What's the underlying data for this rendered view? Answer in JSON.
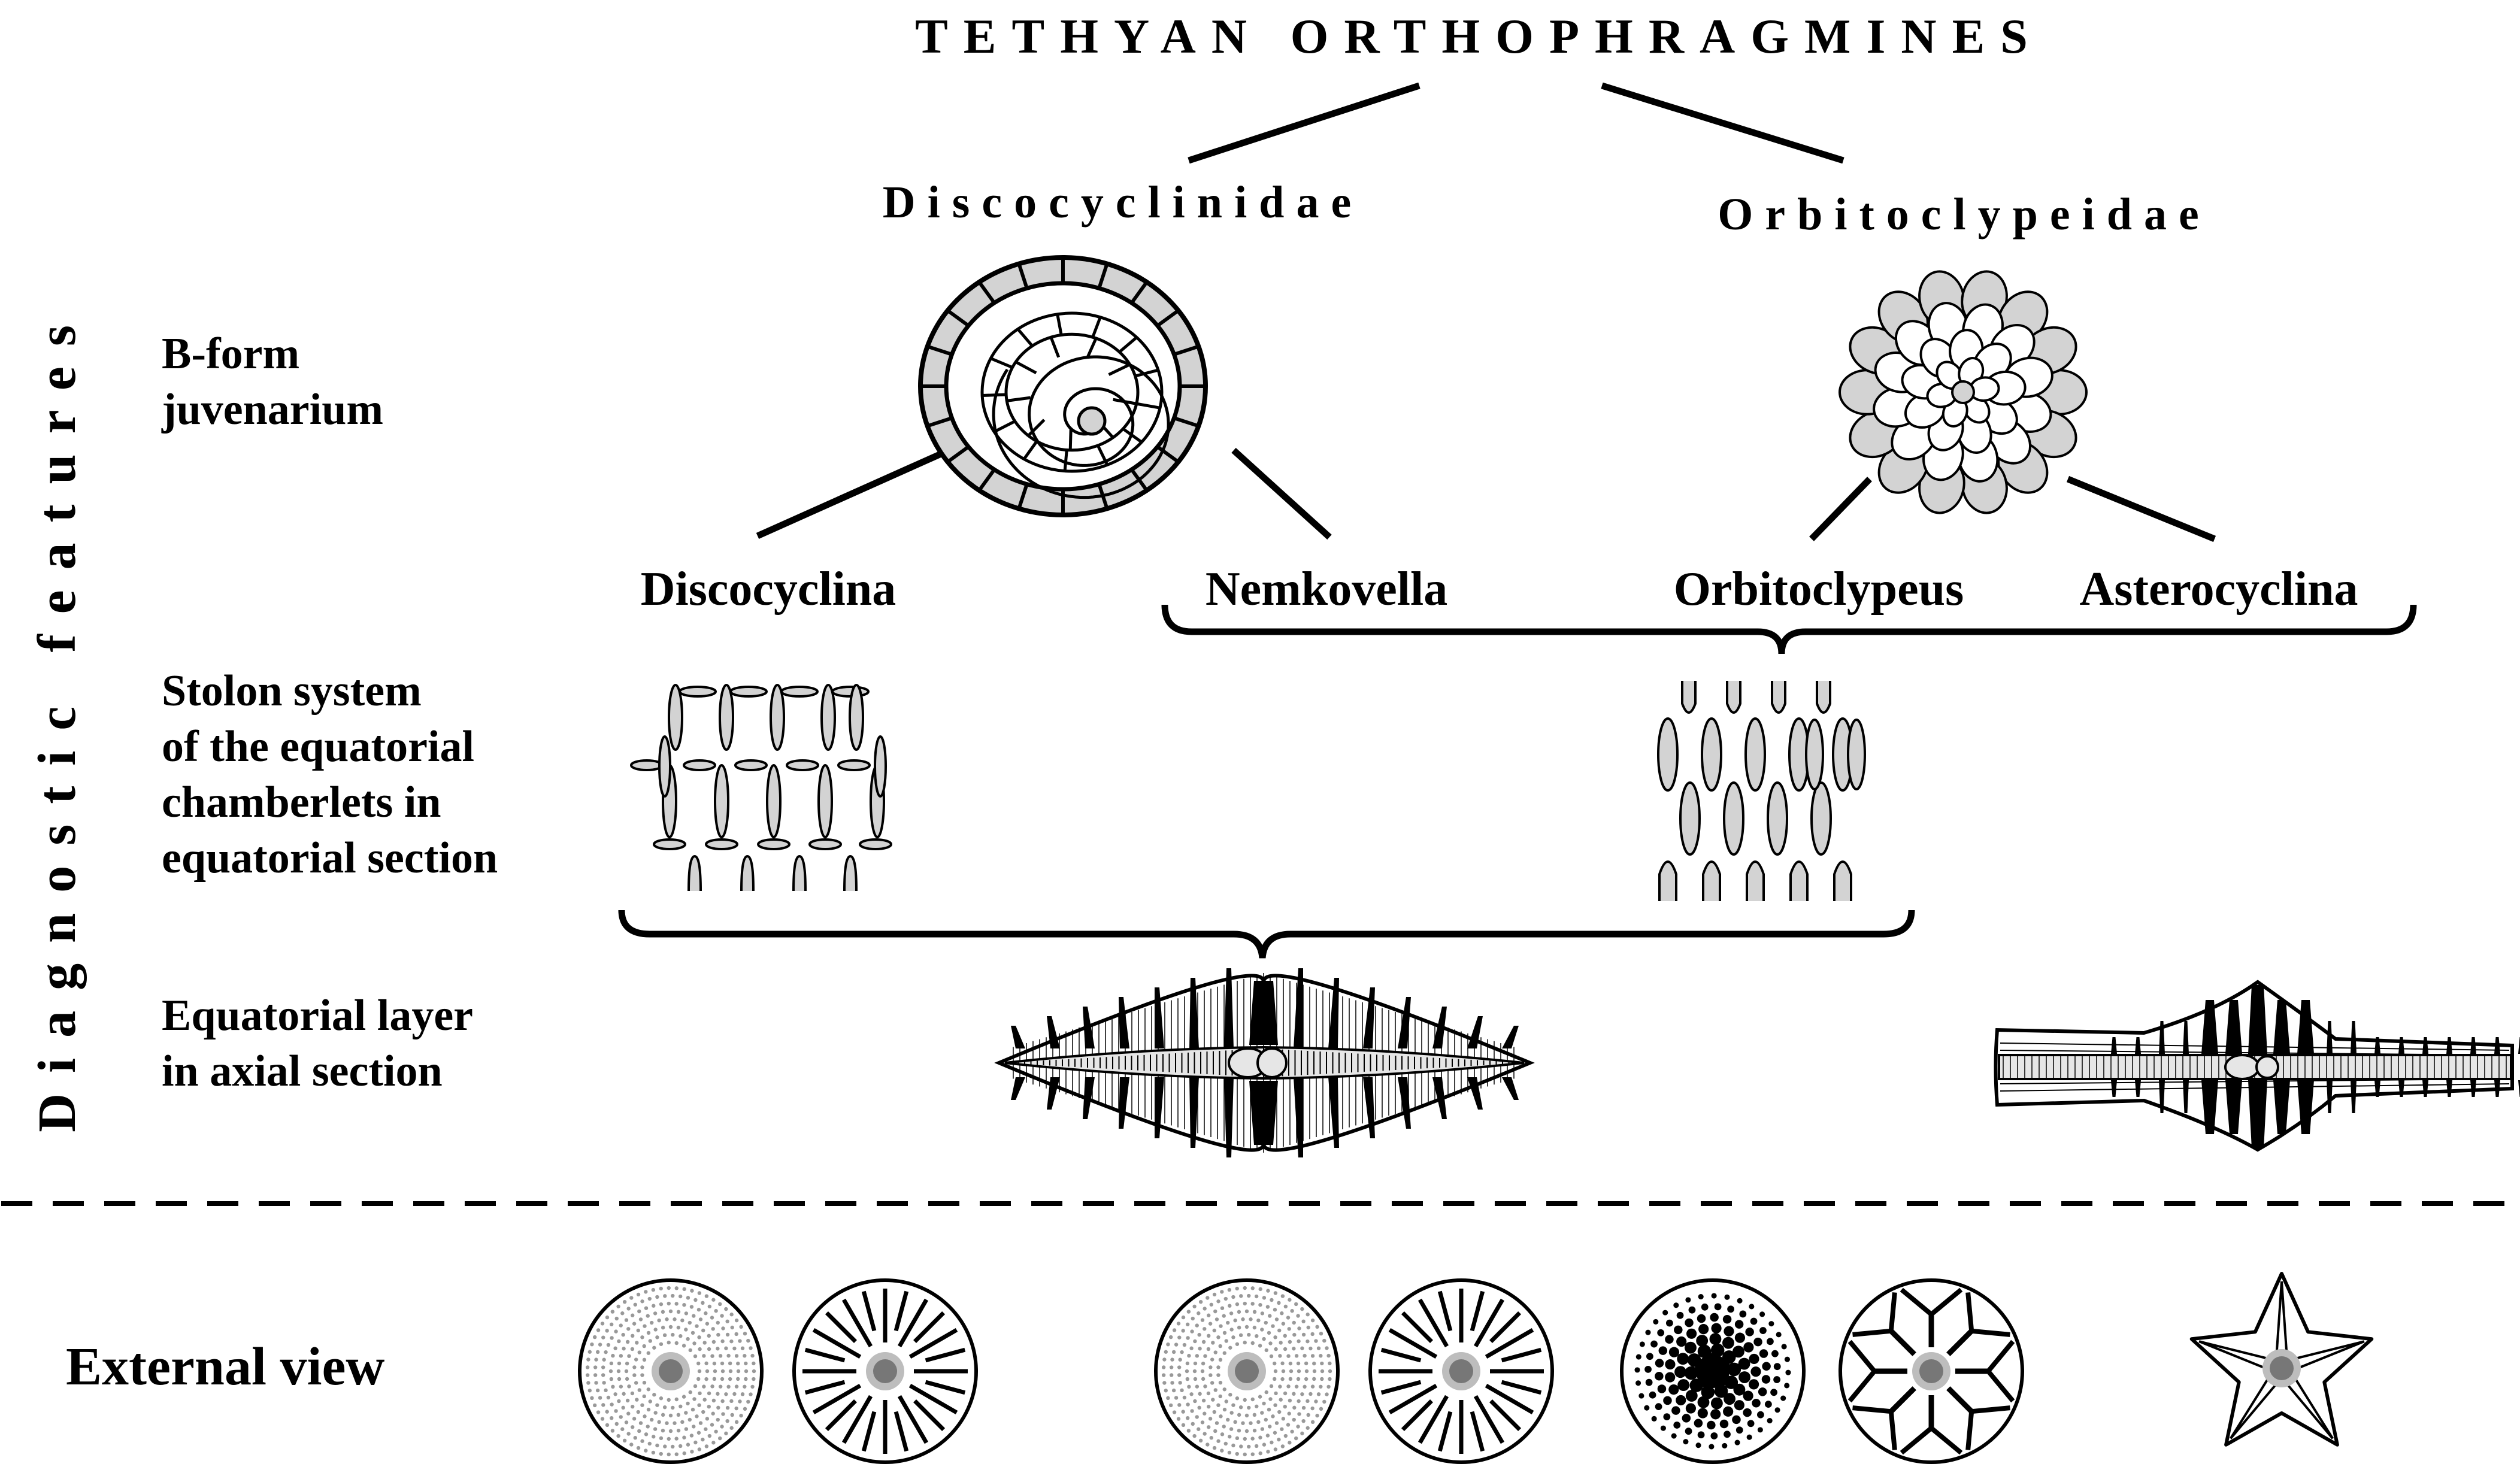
{
  "title": "TETHYAN ORTHOPHRAGMINES",
  "side_label": "Diagnostic features",
  "families": [
    {
      "name": "Discocyclinidae"
    },
    {
      "name": "Orbitoclypeidae"
    }
  ],
  "genera": [
    "Discocyclina",
    "Nemkovella",
    "Orbitoclypeus",
    "Asterocyclina"
  ],
  "features": {
    "juvenarium": [
      "B-form",
      "juvenarium"
    ],
    "stolon": [
      "Stolon system",
      "of the equatorial",
      "chamberlets in",
      "equatorial section"
    ],
    "equatorial": [
      "Equatorial layer",
      "in axial section"
    ],
    "external": "External view"
  },
  "colors": {
    "ink": "#000000",
    "gray_fill": "#d3d3d3",
    "light_fill": "#e6e6e6",
    "dot_gray": "#999999",
    "center_gray": "#777777"
  }
}
